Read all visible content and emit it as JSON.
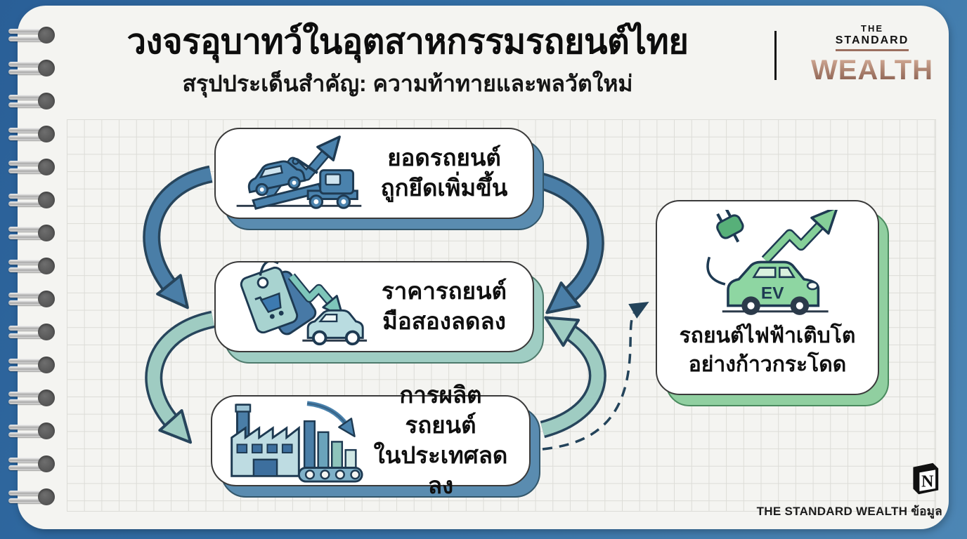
{
  "header": {
    "title": "วงจรอุบาทว์ในอุตสาหกรรมรถยนต์ไทย",
    "subtitle": "สรุปประเด็นสำคัญ: ความท้าทายและพลวัตใหม่",
    "brand": {
      "the": "THE",
      "standard": "STANDARD",
      "wealth": "WEALTH"
    }
  },
  "cycle": {
    "boxes": [
      {
        "id": "repossessions-up",
        "line1": "ยอดรถยนต์",
        "line2": "ถูกยึดเพิ่มขึ้น",
        "icon": "tow-truck-up-arrow-icon",
        "shadow_color": "#5a8cb0"
      },
      {
        "id": "used-car-price-down",
        "line1": "ราคารถยนต์",
        "line2": "มือสองลดลง",
        "icon": "price-tag-down-arrow-car-icon",
        "shadow_color": "#9fcdc3"
      },
      {
        "id": "domestic-production-down",
        "line1": "การผลิตรถยนต์",
        "line2": "ในประเทศลดลง",
        "icon": "factory-declining-bars-icon",
        "shadow_color": "#5a8cb0"
      }
    ]
  },
  "ev_box": {
    "line1": "รถยนต์ไฟฟ้าเติบโต",
    "line2": "อย่างก้าวกระโดด",
    "ev_label": "EV",
    "icon": "ev-car-plug-growth-icon",
    "shadow_color": "#90cfa0"
  },
  "footer": {
    "credit": "THE STANDARD WEALTH ข้อมูล",
    "logo_letter": "N"
  },
  "colors": {
    "background_blue": "#336fa5",
    "page": "#f4f4f1",
    "arrow_blue": "#4a7ea7",
    "arrow_teal": "#9fccc2",
    "outline_navy": "#27455c",
    "dashed_arrow": "#23435a",
    "brand_copper": "#a97f6c",
    "ev_green": "#8ed6a2"
  }
}
